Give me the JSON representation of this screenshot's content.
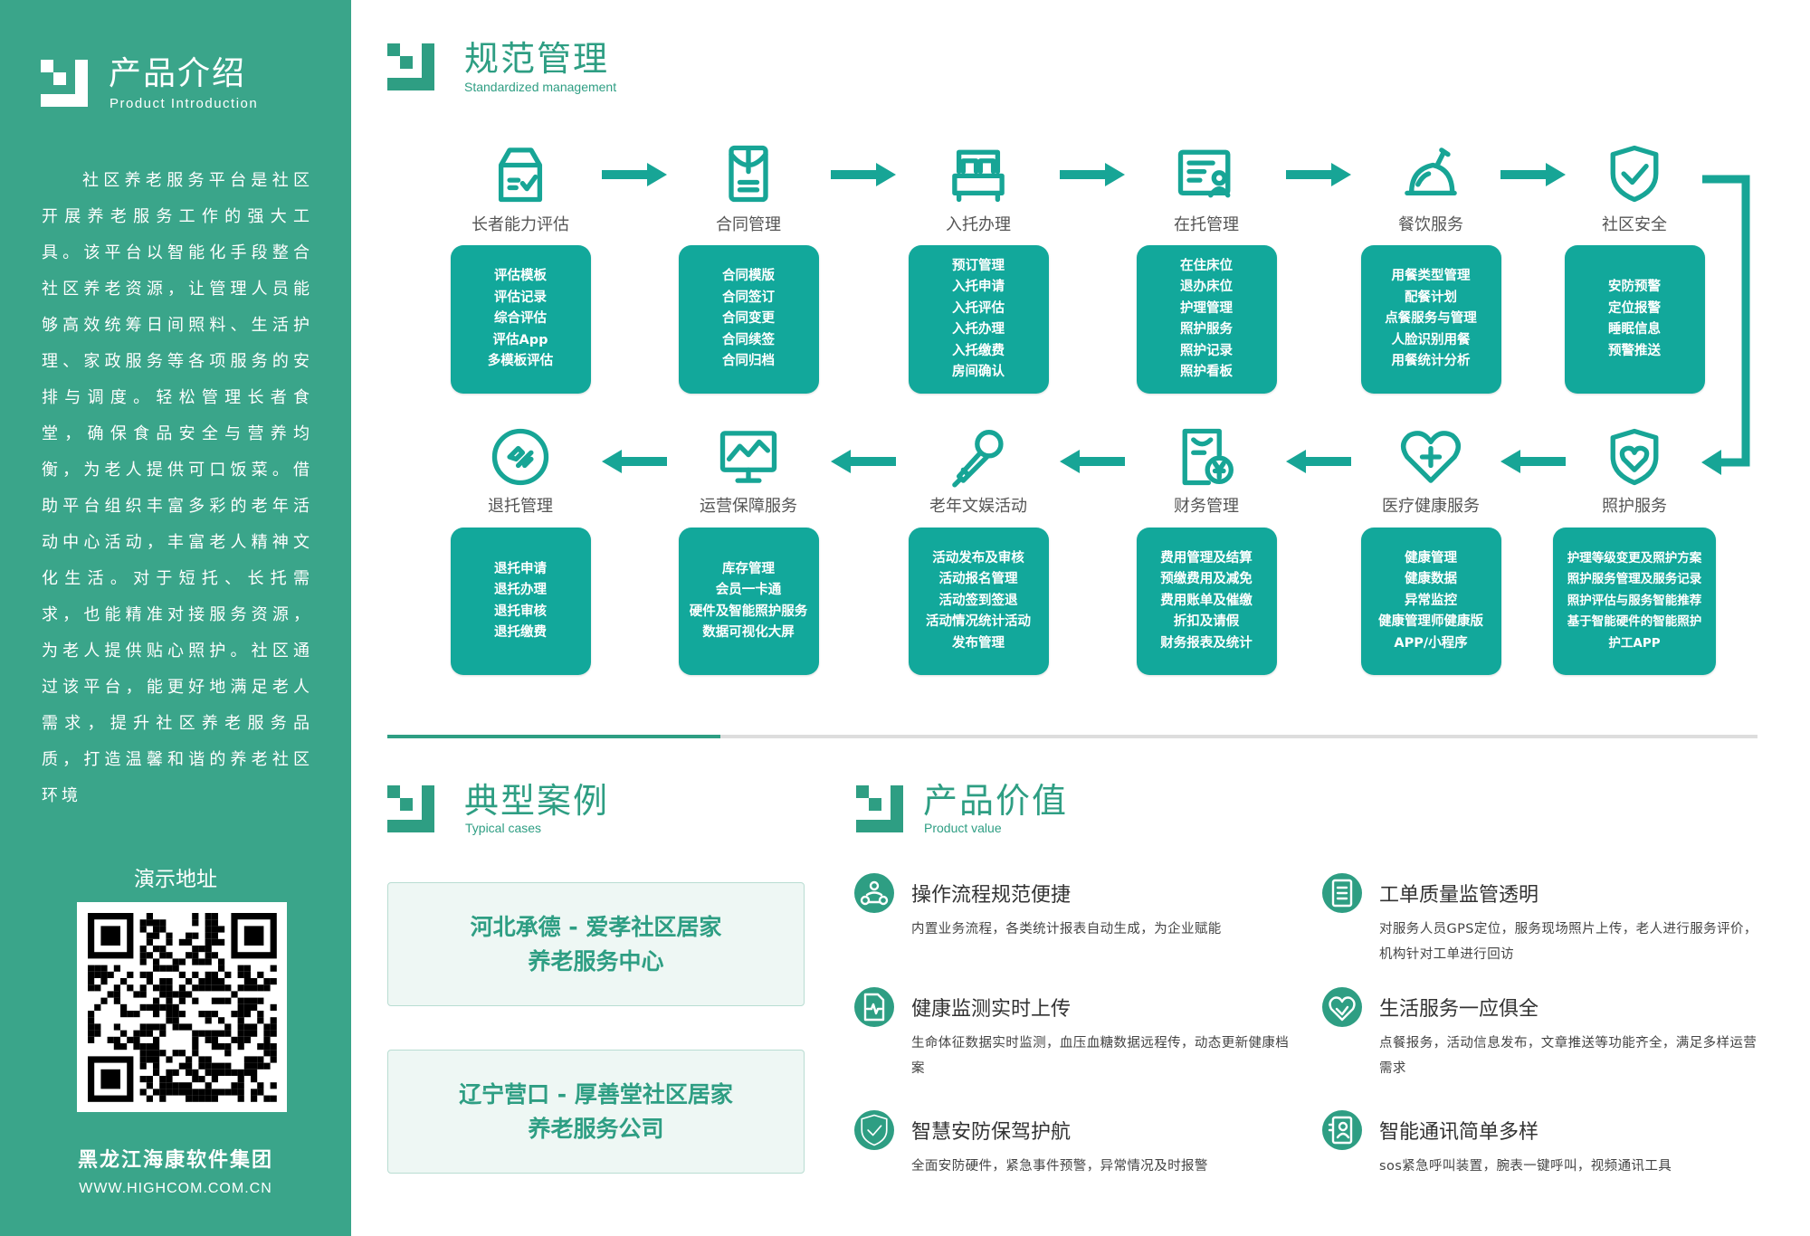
{
  "colors": {
    "sidebar": "#3aa58a",
    "box": "#12a89b",
    "accent": "#2e9e83",
    "icon": "#17a596"
  },
  "sidebar": {
    "title": "产品介绍",
    "subtitle": "Product Introduction",
    "paragraph": "社区养老服务平台是社区开展养老服务工作的强大工具。该平台以智能化手段整合社区养老资源，让管理人员能够高效统筹日间照料、生活护理、家政服务等各项服务的安排与调度。轻松管理长者食堂，确保食品安全与营养均衡，为老人提供可口饭菜。借助平台组织丰富多彩的老年活动中心活动，丰富老人精神文化生活。对于短托、长托需求，也能精准对接服务资源，为老人提供贴心照护。社区通过该平台，能更好地满足老人需求，提升社区养老服务品质，打造温馨和谐的养老社区环境",
    "demo_label": "演示地址",
    "company": "黑龙江海康软件集团",
    "website": "WWW.HIGHCOM.COM.CN"
  },
  "flow": {
    "title": "规范管理",
    "subtitle": "Standardized management",
    "top": [
      {
        "label": "长者能力评估",
        "icon": "evaluation-box-icon",
        "items": [
          "评估模板",
          "评估记录",
          "综合评估",
          "评估App",
          "多模板评估"
        ]
      },
      {
        "label": "合同管理",
        "icon": "contract-icon",
        "items": [
          "合同模版",
          "合同签订",
          "合同变更",
          "合同续签",
          "合同归档"
        ]
      },
      {
        "label": "入托办理",
        "icon": "bed-icon",
        "items": [
          "预订管理",
          "入托申请",
          "入托评估",
          "入托办理",
          "入托缴费",
          "房间确认"
        ]
      },
      {
        "label": "在托管理",
        "icon": "id-card-icon",
        "items": [
          "在住床位",
          "退办床位",
          "护理管理",
          "照护服务",
          "照护记录",
          "照护看板"
        ]
      },
      {
        "label": "餐饮服务",
        "icon": "roast-chicken-icon",
        "items": [
          "用餐类型管理",
          "配餐计划",
          "点餐服务与管理",
          "人脸识别用餐",
          "用餐统计分析"
        ]
      },
      {
        "label": "社区安全",
        "icon": "shield-check-icon",
        "items": [
          "安防预警",
          "定位报警",
          "睡眠信息",
          "预警推送"
        ]
      }
    ],
    "bottom": [
      {
        "label": "退托管理",
        "icon": "exit-circle-icon",
        "items": [
          "退托申请",
          "退托办理",
          "退托审核",
          "退托缴费"
        ]
      },
      {
        "label": "运营保障服务",
        "icon": "monitor-chart-icon",
        "items": [
          "库存管理",
          "会员一卡通",
          "硬件及智能照护服务",
          "数据可视化大屏"
        ]
      },
      {
        "label": "老年文娱活动",
        "icon": "microphone-icon",
        "items": [
          "活动发布及审核",
          "活动报名管理",
          "活动签到签退",
          "活动情况统计活动",
          "发布管理"
        ]
      },
      {
        "label": "财务管理",
        "icon": "finance-document-icon",
        "items": [
          "费用管理及结算",
          "预缴费用及减免",
          "费用账单及催缴",
          "折扣及请假",
          "财务报表及统计"
        ]
      },
      {
        "label": "医疗健康服务",
        "icon": "heart-plus-icon",
        "items": [
          "健康管理",
          "健康数据",
          "异常监控",
          "健康管理师健康版",
          "APP/小程序"
        ]
      },
      {
        "label": "照护服务",
        "icon": "shield-heart-icon",
        "items": [
          "护理等级变更及照护方案",
          "照护服务管理及服务记录",
          "照护评估与服务智能推荐",
          "基于智能硬件的智能照护",
          "护工APP"
        ]
      }
    ]
  },
  "cases": {
    "title": "典型案例",
    "subtitle": "Typical cases",
    "items": [
      {
        "line1": "河北承德 - 爱孝社区居家",
        "line2": "养老服务中心"
      },
      {
        "line1": "辽宁营口 - 厚善堂社区居家",
        "line2": "养老服务公司"
      }
    ]
  },
  "values": {
    "title": "产品价值",
    "subtitle": "Product value",
    "items": [
      {
        "title": "操作流程规范便捷",
        "desc": "内置业务流程，各类统计报表自动生成，为企业赋能",
        "icon": "workflow-icon"
      },
      {
        "title": "工单质量监管透明",
        "desc": " 对服务人员GPS定位，服务现场照片上传，老人进行服务评价，机构针对工单进行回访",
        "icon": "clipboard-icon"
      },
      {
        "title": "健康监测实时上传",
        "desc": "生命体征数据实时监测，血压血糖数据远程传，动态更新健康档案",
        "icon": "health-file-icon"
      },
      {
        "title": "生活服务一应俱全",
        "desc": "点餐报务，活动信息发布，文章推送等功能齐全，满足多样运营需求",
        "icon": "heart-hands-icon"
      },
      {
        "title": "智慧安防保驾护航",
        "desc": "全面安防硬件，紧急事件预警，异常情况及时报警",
        "icon": "shield-check-icon"
      },
      {
        "title": "智能通讯简单多样",
        "desc": "sos紧急呼叫装置，腕表一键呼叫，视频通讯工具",
        "icon": "contact-card-icon"
      }
    ]
  }
}
